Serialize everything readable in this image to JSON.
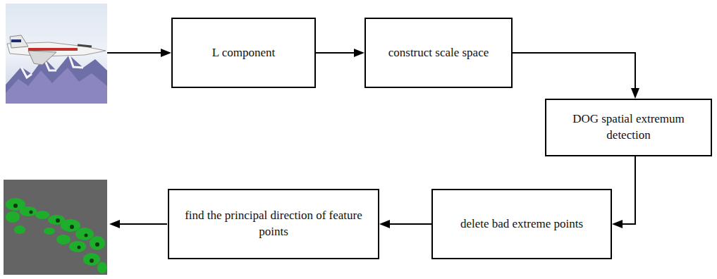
{
  "diagram": {
    "nodes": [
      {
        "text": [
          "L component"
        ]
      },
      {
        "text": [
          "construct scale space"
        ]
      },
      {
        "text": [
          "DOG spatial extremum detection"
        ]
      },
      {
        "text": [
          "delete bad extreme points"
        ]
      },
      {
        "text": [
          "find the principal direction of feature points"
        ]
      }
    ],
    "edges": [
      {
        "from": 0,
        "to": 1,
        "arrow": "to"
      },
      {
        "from": 1,
        "to": 2,
        "arrow": "to"
      },
      {
        "from": 2,
        "to": 3,
        "arrow": "to"
      },
      {
        "from": 3,
        "to": 4,
        "arrow": "to"
      }
    ]
  }
}
